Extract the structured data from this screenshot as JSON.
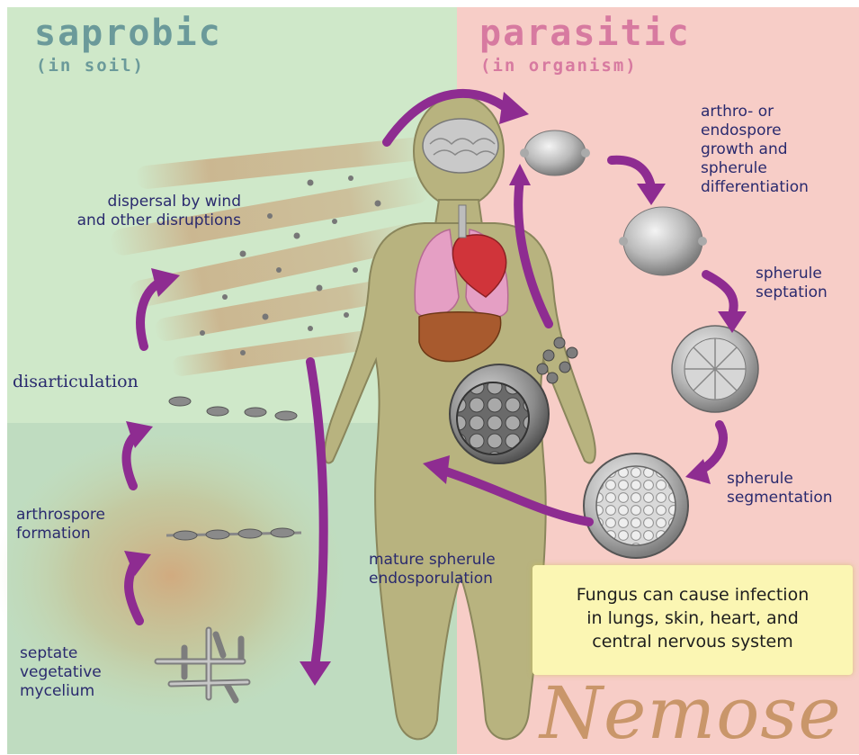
{
  "colors": {
    "saprobic_bg": "#cfe8c9",
    "parasitic_bg": "#f7cdc7",
    "arrow": "#8e2c91",
    "label_text": "#2a2a6e",
    "body": "#b8b37f",
    "info_box": "#fbf6b3",
    "signature": "#c9966a",
    "saprobic_title": "#6b9a9a",
    "parasitic_title": "#d77aa0"
  },
  "saprobic": {
    "title": "saprobic",
    "subtitle": "(in soil)",
    "labels": {
      "dispersal": "dispersal by wind\nand other disruptions",
      "disarticulation": "disarticulation",
      "arthrospore": "arthrospore\nformation",
      "mycelium": "septate\nvegetative\nmycelium"
    }
  },
  "parasitic": {
    "title": "parasitic",
    "subtitle": "(in organism)",
    "labels": {
      "growth": "arthro- or\nendospore\ngrowth and\nspherule\ndifferentiation",
      "septation": "spherule\nseptation",
      "segmentation": "spherule\nsegmentation",
      "endosporulation": "mature spherule\nendosporulation"
    }
  },
  "info": "Fungus can cause infection\nin lungs, skin, heart, and\ncentral nervous system",
  "signature": "Nemose"
}
